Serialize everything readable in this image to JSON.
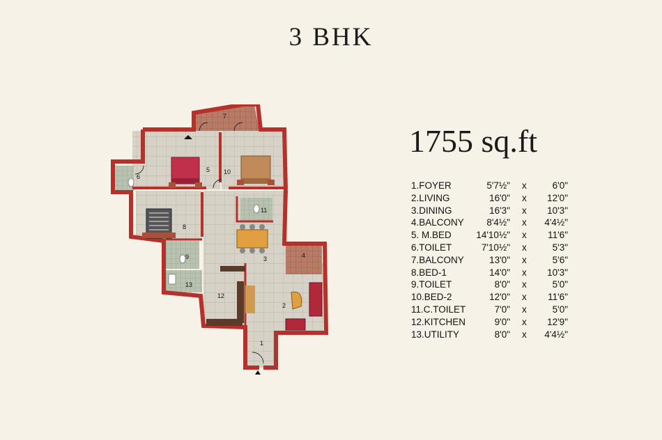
{
  "title": "3 BHK",
  "area": "1755 sq.ft",
  "rooms": [
    {
      "name": "1.FOYER",
      "w": "5'7½\"",
      "x": "x",
      "h": "6'0\""
    },
    {
      "name": "2.LIVING",
      "w": "16'0\"",
      "x": "x",
      "h": "12'0\""
    },
    {
      "name": "3.DINING",
      "w": "16'3\"",
      "x": "x",
      "h": "10'3\""
    },
    {
      "name": "4.BALCONY",
      "w": "8'4½\"",
      "x": "x",
      "h": "4'4½\""
    },
    {
      "name": "5. M.BED",
      "w": "14'10½\"",
      "x": "x",
      "h": "11'6\""
    },
    {
      "name": "6.TOILET",
      "w": "7'10½\"",
      "x": "x",
      "h": "5'3\""
    },
    {
      "name": "7.BALCONY",
      "w": "13'0\"",
      "x": "x",
      "h": "5'6\""
    },
    {
      "name": "8.BED-1",
      "w": "14'0\"",
      "x": "x",
      "h": "10'3\""
    },
    {
      "name": "9.TOILET",
      "w": "8'0\"",
      "x": "x",
      "h": "5'0\""
    },
    {
      "name": "10.BED-2",
      "w": "12'0\"",
      "x": "x",
      "h": "11'6\""
    },
    {
      "name": "11.C.TOILET",
      "w": "7'0\"",
      "x": "x",
      "h": "5'0\""
    },
    {
      "name": "12.KITCHEN",
      "w": "9'0\"",
      "x": "x",
      "h": "12'9\""
    },
    {
      "name": "13.UTILITY",
      "w": "8'0\"",
      "x": "x",
      "h": "4'4½\""
    }
  ],
  "plan": {
    "labels": [
      "1",
      "2",
      "3",
      "4",
      "5",
      "6",
      "7",
      "8",
      "9",
      "10",
      "11",
      "12",
      "13"
    ],
    "colors": {
      "wall": "#b5322c",
      "floor": "#d7d3c8",
      "tile": "#bdb8ab",
      "bed": "#c0304a",
      "bed2": "#c08a5a",
      "balcony": "#9a4a3c"
    }
  }
}
